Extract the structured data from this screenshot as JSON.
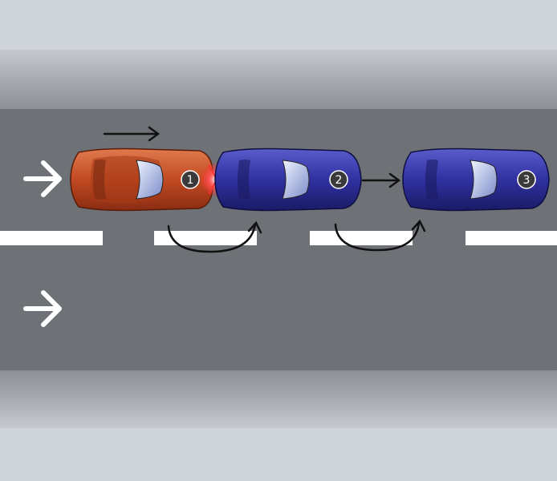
{
  "colors": {
    "sky": "#cfd3da",
    "sidewalk_light": "#b4b8be",
    "sidewalk_dark": "#8f9398",
    "road": "#6e7175",
    "lane_marking": "#ffffff",
    "car_red": "#c8502a",
    "car_blue": "#2d2f9a",
    "arrow": "#111111",
    "impact": "#ff2a2a"
  },
  "lanes": [
    {
      "id": "upper",
      "direction_icon": "arrow-right-icon"
    },
    {
      "id": "lower",
      "direction_icon": "arrow-right-icon"
    }
  ],
  "cars": [
    {
      "id": "car-1",
      "label": "1",
      "color": "red"
    },
    {
      "id": "car-2",
      "label": "2",
      "color": "blue"
    },
    {
      "id": "car-3",
      "label": "3",
      "color": "blue"
    }
  ],
  "annotations": {
    "impact": "impact-burst-icon",
    "motion_arrows": [
      "motion-arrow-icon",
      "motion-arrow-icon"
    ],
    "transfer_arrows": [
      "curved-arrow-icon",
      "curved-arrow-icon"
    ]
  }
}
